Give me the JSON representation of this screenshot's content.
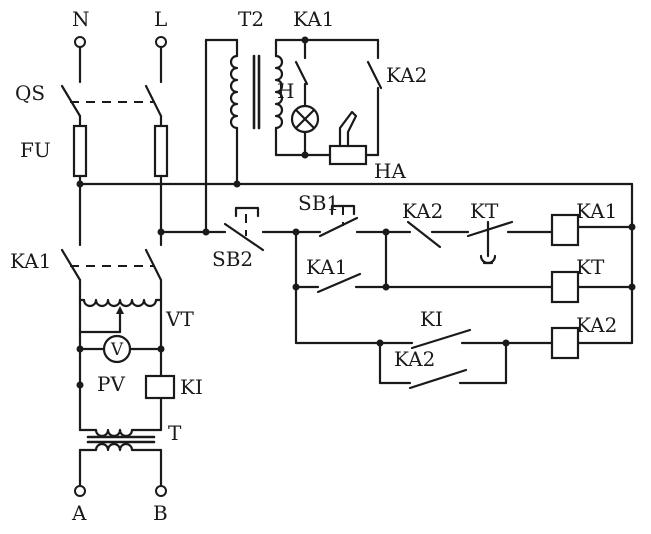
{
  "labels": {
    "n": "N",
    "l": "L",
    "qs": "QS",
    "fu": "FU",
    "t2": "T2",
    "ka1_top": "KA1",
    "ka2_top": "KA2",
    "h": "H",
    "ha": "HA",
    "sb1": "SB1",
    "sb2": "SB2",
    "ka2_rung1": "KA2",
    "kt_rung1": "KT",
    "ka1_coil": "KA1",
    "ka1_main": "KA1",
    "ka1_hold": "KA1",
    "kt_coil": "KT",
    "vt": "VT",
    "ki_contact": "KI",
    "ka2_coil": "KA2",
    "ka2_hold": "KA2",
    "v": "V",
    "pv": "PV",
    "ki_coil": "KI",
    "t": "T",
    "a": "A",
    "b": "B"
  }
}
